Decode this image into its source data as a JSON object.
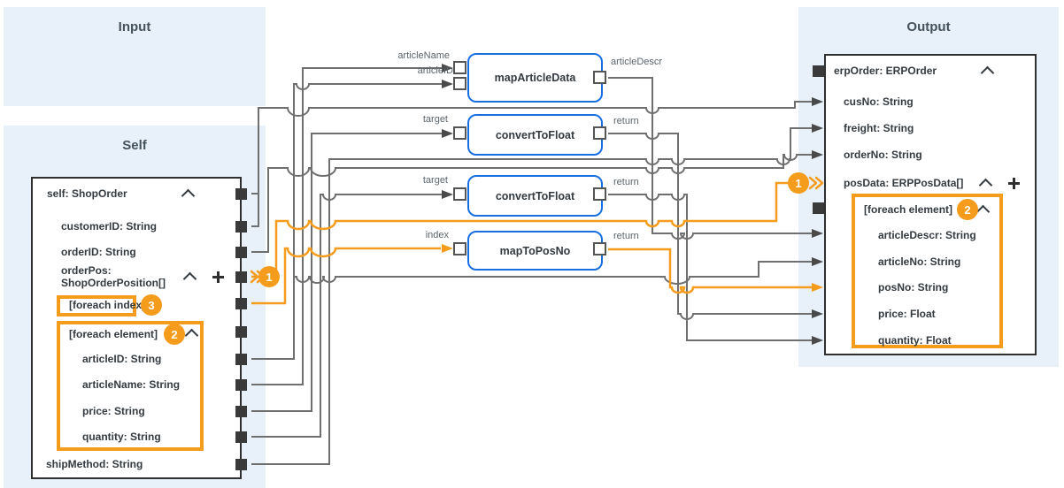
{
  "colors": {
    "panel_blue": "#E8F1F9",
    "accent_orange": "#F59C1D",
    "function_border_blue": "#1A6FE0",
    "wire_gray": "#6F6F6F",
    "node_border": "#2F2F2F"
  },
  "panels": {
    "input": {
      "title": "Input"
    },
    "self": {
      "title": "Self"
    },
    "output": {
      "title": "Output"
    }
  },
  "self_box": {
    "root": "self: ShopOrder",
    "rows": {
      "customerID": "customerID: String",
      "orderID": "orderID: String",
      "orderPos_l1": "orderPos:",
      "orderPos_l2": "ShopOrderPosition[]",
      "foreach_index": "[foreach index]",
      "foreach_element": "[foreach element]",
      "articleID": "articleID: String",
      "articleName": "articleName: String",
      "price": "price: String",
      "quantity": "quantity: String",
      "shipMethod": "shipMethod: String"
    },
    "badges": {
      "orderPos": "1",
      "foreach_index": "3",
      "foreach_element": "2"
    }
  },
  "functions": {
    "mapArticleData": {
      "name": "mapArticleData",
      "in1": "articleName",
      "in2": "articleID",
      "out": "articleDescr"
    },
    "convertToFloat1": {
      "name": "convertToFloat",
      "in1": "target",
      "out": "return"
    },
    "convertToFloat2": {
      "name": "convertToFloat",
      "in1": "target",
      "out": "return"
    },
    "mapToPosNo": {
      "name": "mapToPosNo",
      "in1": "index",
      "out": "return"
    }
  },
  "output_box": {
    "root": "erpOrder: ERPOrder",
    "rows": {
      "cusNo": "cusNo: String",
      "freight": "freight: String",
      "orderNo": "orderNo: String",
      "posData": "posData: ERPPosData[]",
      "foreach_element": "[foreach element]",
      "articleDescr": "articleDescr: String",
      "articleNo": "articleNo: String",
      "posNo": "posNo: String",
      "price": "price: Float",
      "quantity": "quantity: Float"
    },
    "badges": {
      "posData": "1",
      "foreach_element": "2"
    }
  }
}
